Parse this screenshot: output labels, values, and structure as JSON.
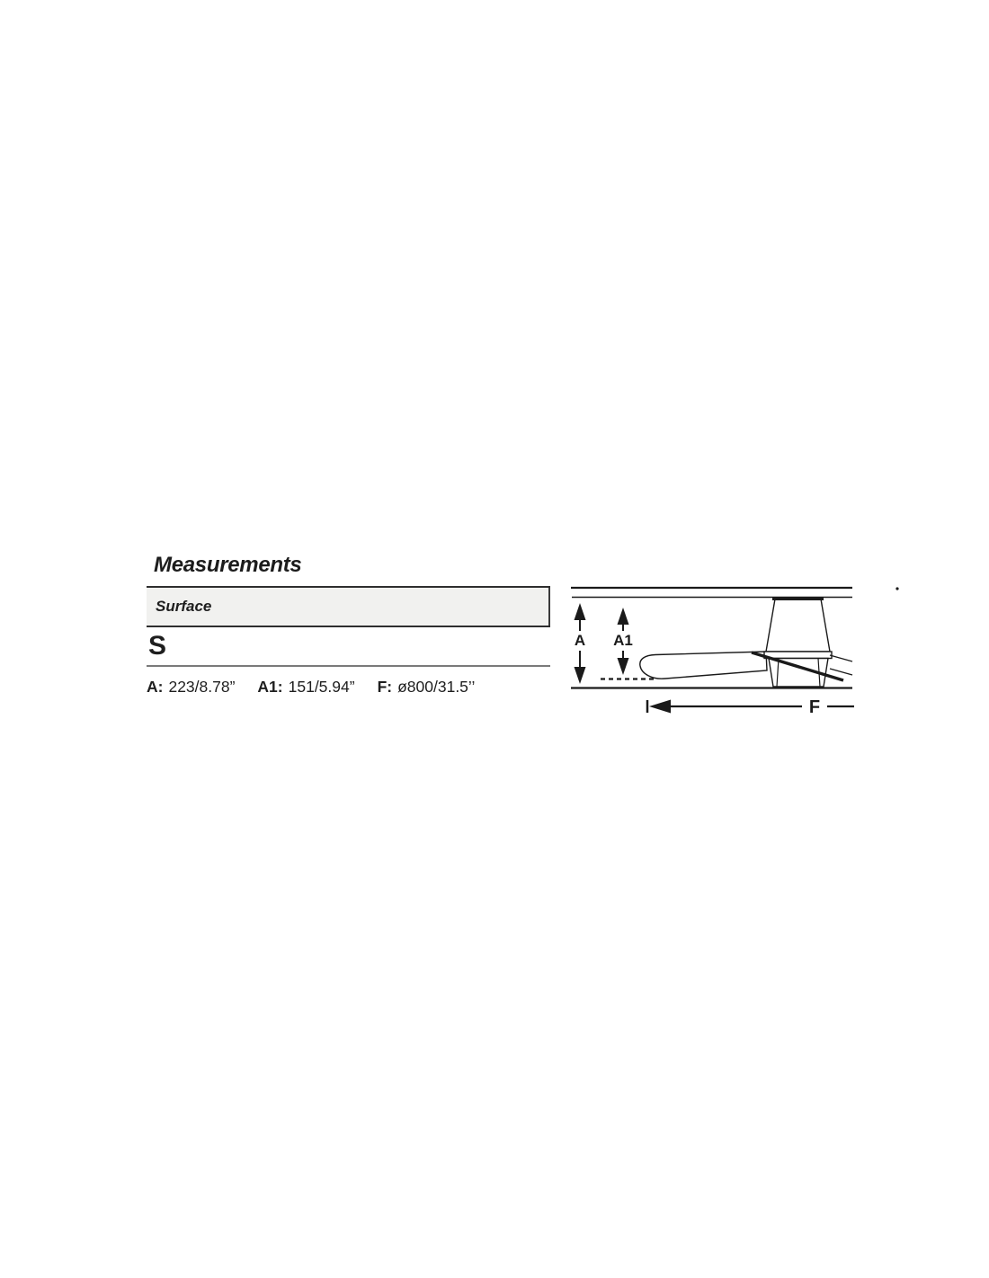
{
  "measurements": {
    "title": "Measurements",
    "table": {
      "header": "Surface",
      "model": "S",
      "specs": [
        {
          "label": "A:",
          "value": "223/8.78”"
        },
        {
          "label": "A1:",
          "value": "151/5.94”"
        },
        {
          "label": "F:",
          "value": "ø800/31.5’’"
        }
      ]
    },
    "diagram": {
      "labels": {
        "a": "A",
        "a1": "A1",
        "f": "F"
      },
      "stroke_color": "#1a1a1a",
      "header_bg": "#f1f1ef"
    }
  }
}
